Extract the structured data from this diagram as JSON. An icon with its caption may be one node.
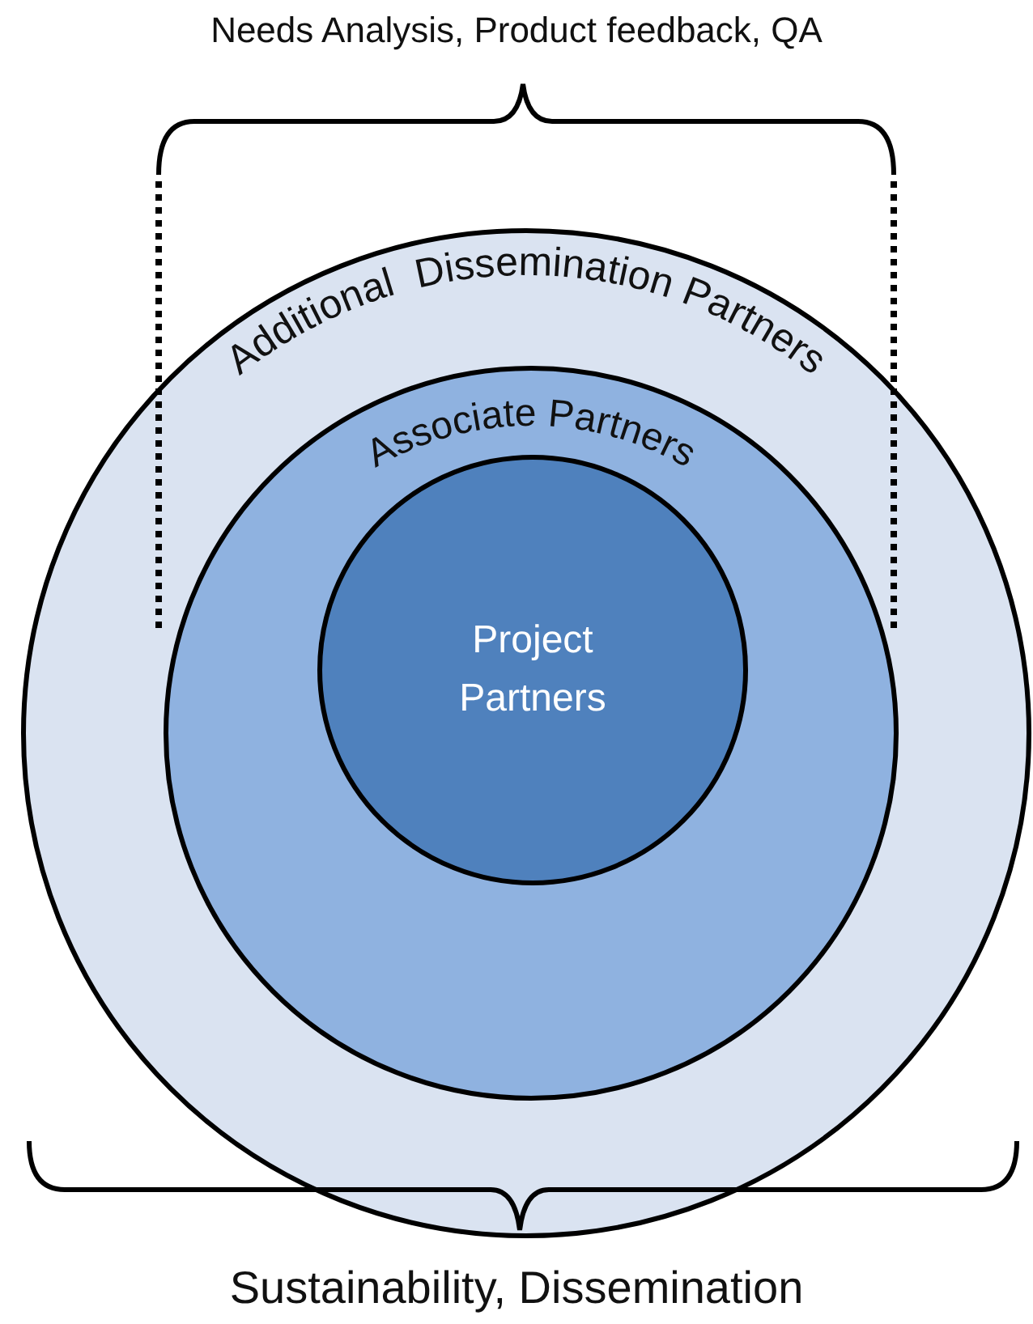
{
  "diagram": {
    "nodes": [
      {
        "text": [
          "Additional  Dissemination Partners"
        ]
      },
      {
        "text": [
          "Associate Partners"
        ],
        "in": 0
      },
      {
        "text": [
          "Project Partners"
        ],
        "in": 1
      }
    ],
    "labels": [
      "Needs Analysis, Product feedback, QA",
      "Sustainability, Dissemination"
    ]
  }
}
